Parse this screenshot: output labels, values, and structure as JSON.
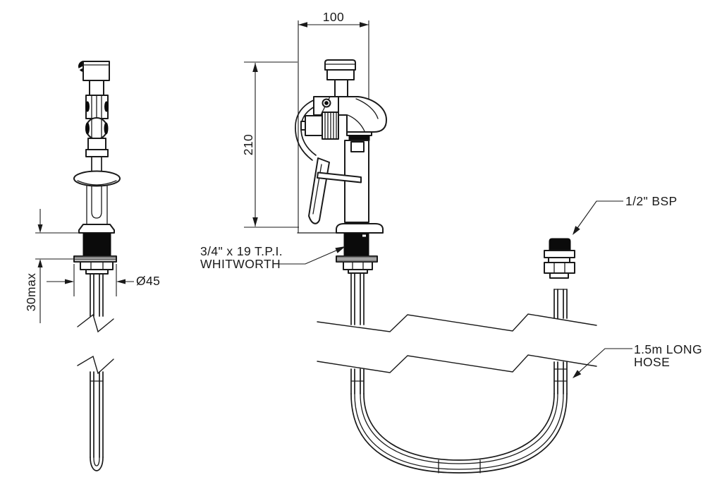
{
  "page": {
    "background": "#ffffff",
    "line_color": "#1a1a1a",
    "solid_fill_color": "#0b0b0b",
    "description": "Technical drawing of a deck-mounted pre-rinse spray tap, front and side elevations with flexible hose"
  },
  "dimensions": {
    "spout_reach": "100",
    "body_height": "210",
    "max_deck_thickness": "30max",
    "flange_diameter": "Ø45"
  },
  "callouts": {
    "inlet_thread_line1": "3/4\" x 19 T.P.I.",
    "inlet_thread_line2": "WHITWORTH",
    "hose_connector": "1/2\" BSP",
    "hose_length_line1": "1.5m LONG",
    "hose_length_line2": "HOSE"
  }
}
